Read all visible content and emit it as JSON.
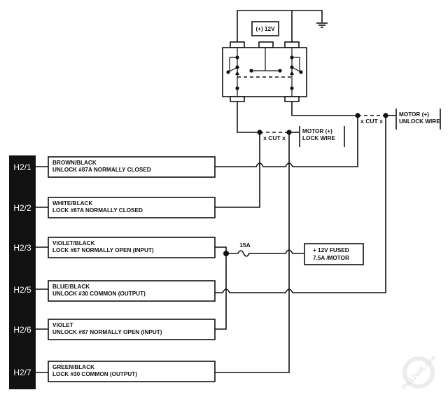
{
  "diagram": {
    "relay": {
      "supply_label": "(+) 12V",
      "ground_symbol": "ground-icon"
    },
    "cut_points": [
      {
        "label": "x CUT x",
        "wire_label_line1": "MOTOR (+)",
        "wire_label_line2": "LOCK WIRE"
      },
      {
        "label": "x CUT x",
        "wire_label_line1": "MOTOR (+)",
        "wire_label_line2": "UNLOCK WIRE"
      }
    ],
    "fuse": {
      "label": "15A"
    },
    "power_box": {
      "line1": "+ 12V FUSED",
      "line2": "7.5A /MOTOR"
    },
    "connector_pins": [
      {
        "pin": "H2/1",
        "color": "BROWN/BLACK",
        "function": "UNLOCK #87A NORMALLY CLOSED"
      },
      {
        "pin": "H2/2",
        "color": "WHITE/BLACK",
        "function": "LOCK #87A  NORMALLY CLOSED"
      },
      {
        "pin": "H2/3",
        "color": "VIOLET/BLACK",
        "function": "LOCK #87 NORMALLY OPEN (INPUT)"
      },
      {
        "pin": "H2/5",
        "color": "BLUE/BLACK",
        "function": "UNLOCK #30 COMMON (OUTPUT)"
      },
      {
        "pin": "H2/6",
        "color": "VIOLET",
        "function": "UNLOCK #87 NORMALLY OPEN (INPUT)"
      },
      {
        "pin": "H2/7",
        "color": "GREEN/BLACK",
        "function": "LOCK #30 COMMON (OUTPUT)"
      }
    ],
    "watermark": "the12volt.com"
  }
}
